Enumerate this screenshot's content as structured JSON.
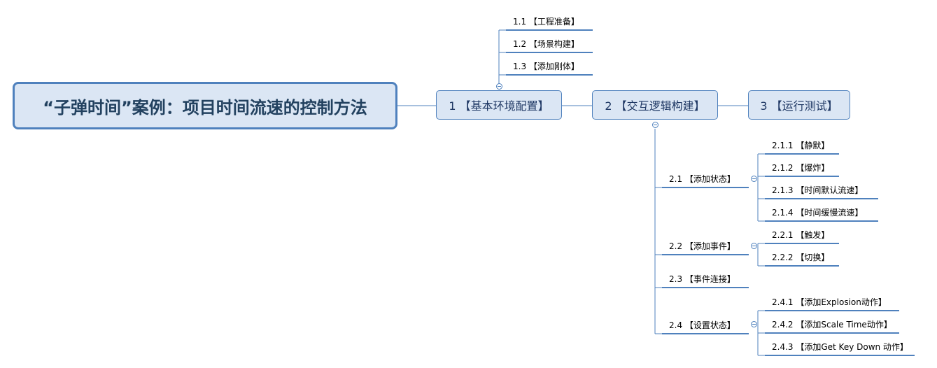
{
  "root": {
    "label": "“子弹时间”案例：项目时间流速的控制方法"
  },
  "main": [
    {
      "label": "1 【基本环境配置】"
    },
    {
      "label": "2 【交互逻辑构建】"
    },
    {
      "label": "3 【运行测试】"
    }
  ],
  "branch1": [
    {
      "label": "1.1 【工程准备】"
    },
    {
      "label": "1.2 【场景构建】"
    },
    {
      "label": "1.3 【添加刚体】"
    }
  ],
  "branch2": [
    {
      "label": "2.1 【添加状态】"
    },
    {
      "label": "2.2 【添加事件】"
    },
    {
      "label": "2.3 【事件连接】"
    },
    {
      "label": "2.4 【设置状态】"
    }
  ],
  "b21": [
    {
      "label": "2.1.1 【静默】"
    },
    {
      "label": "2.1.2 【爆炸】"
    },
    {
      "label": "2.1.3 【时间默认流速】"
    },
    {
      "label": "2.1.4 【时间缓慢流速】"
    }
  ],
  "b22": [
    {
      "label": "2.2.1 【触发】"
    },
    {
      "label": "2.2.2 【切换】"
    }
  ],
  "b24": [
    {
      "label": "2.4.1 【添加Explosion动作】"
    },
    {
      "label": "2.4.2 【添加Scale Time动作】"
    },
    {
      "label": "2.4.3 【添加Get Key Down 动作】"
    }
  ],
  "colors": {
    "line": "#4f81bd",
    "fill": "#dbe6f4",
    "text": "#1f3864"
  }
}
